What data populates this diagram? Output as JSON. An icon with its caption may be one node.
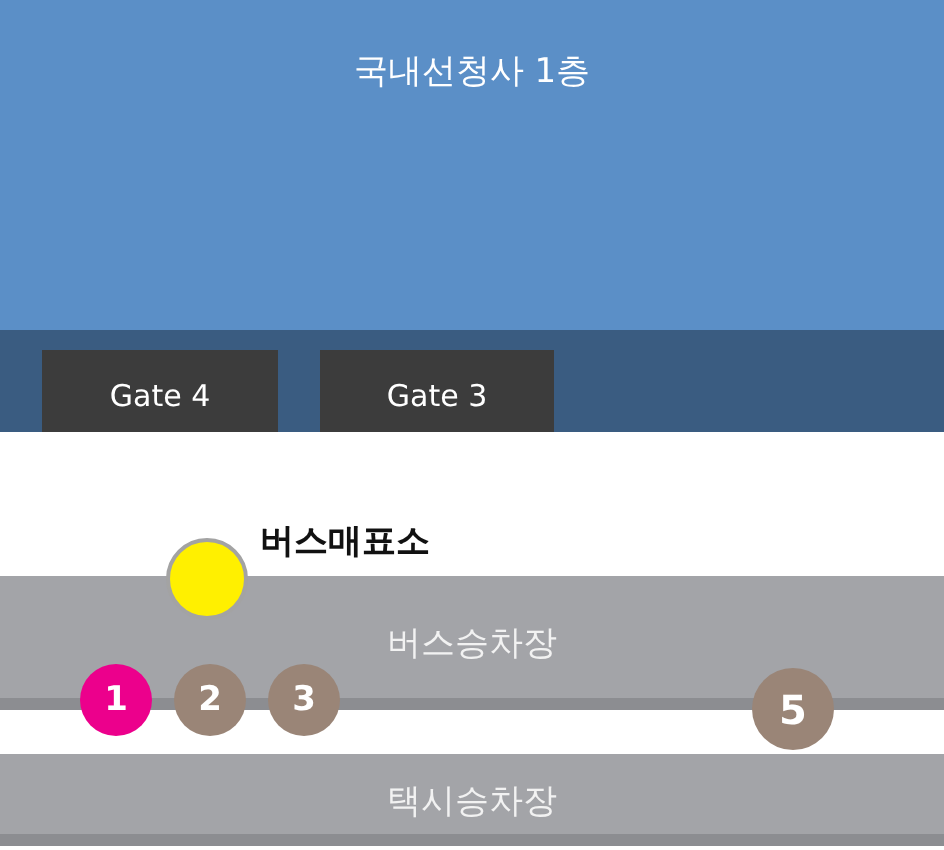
{
  "diagram": {
    "nodes": [
      {
        "text": [
          "국내선청사 1층"
        ]
      },
      {
        "text": [
          "Gate 4"
        ],
        "in": 0
      },
      {
        "text": [
          "Gate 3"
        ],
        "in": 0
      },
      {
        "text": [],
        "shape": "circle",
        "beside": [
          "버스매표소"
        ]
      },
      {
        "text": [
          "버스승차장"
        ]
      },
      {
        "text": [
          "1"
        ]
      },
      {
        "text": [
          "2"
        ]
      },
      {
        "text": [
          "3"
        ]
      },
      {
        "text": [
          "5"
        ]
      },
      {
        "text": [
          "택시승차장"
        ]
      }
    ],
    "edges": []
  }
}
